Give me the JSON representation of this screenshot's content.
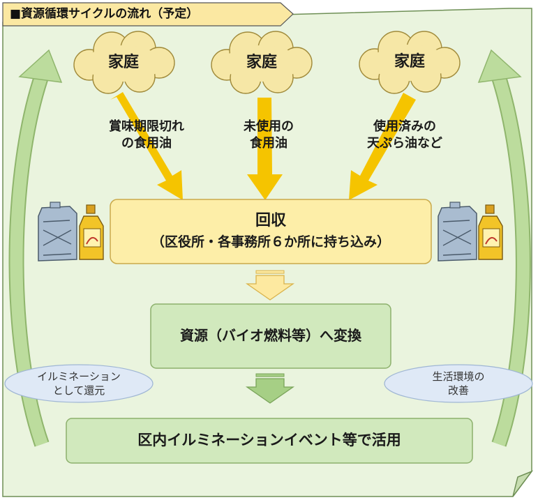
{
  "title": "■資源循環サイクルの流れ（予定）",
  "households": [
    {
      "label": "家庭",
      "flow_line1": "賞味期限切れ",
      "flow_line2": "の食用油"
    },
    {
      "label": "家庭",
      "flow_line1": "未使用の",
      "flow_line2": "食用油"
    },
    {
      "label": "家庭",
      "flow_line1": "使用済みの",
      "flow_line2": "天ぷら油など"
    }
  ],
  "collection": {
    "line1": "回収",
    "line2": "（区役所・各事務所６か所に持ち込み）"
  },
  "conversion": {
    "label": "資源（バイオ燃料等）へ変換"
  },
  "usage": {
    "label": "区内イルミネーションイベント等で活用"
  },
  "left_note": {
    "line1": "イルミネーション",
    "line2": "として還元"
  },
  "right_note": {
    "line1": "生活環境の",
    "line2": "改善"
  },
  "colors": {
    "background": "#eaf4de",
    "cloud": "#f6e7a6",
    "collection_box": "#fdeea8",
    "flow_arrow": "#f5c400",
    "green_box": "#d1e9bd",
    "cycle_arrow": "#bcdc9d",
    "note_pill": "#dfe9f6"
  },
  "icons": [
    "oil-can-icon",
    "oil-bottle-icon"
  ]
}
